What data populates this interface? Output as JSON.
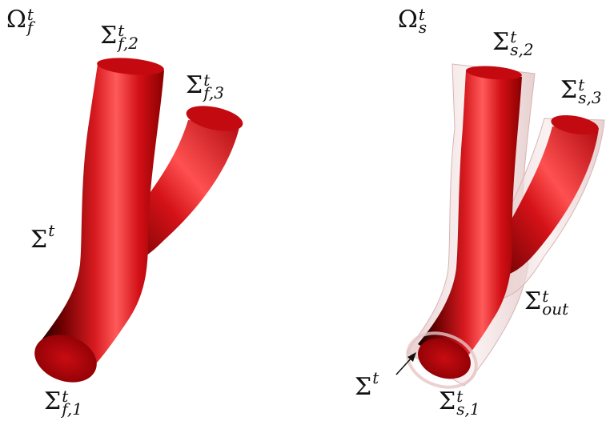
{
  "left_panel": {
    "domain_label": {
      "symbol": "Ω",
      "sup": "t",
      "sub": "f"
    },
    "outlet_top_label": {
      "symbol": "Σ",
      "sup": "t",
      "sub": "f,2"
    },
    "outlet_branch_label": {
      "symbol": "Σ",
      "sup": "t",
      "sub": "f,3"
    },
    "interface_label": {
      "symbol": "Σ",
      "sup": "t"
    },
    "inlet_label": {
      "symbol": "Σ",
      "sup": "t",
      "sub": "f,1"
    }
  },
  "right_panel": {
    "domain_label": {
      "symbol": "Ω",
      "sup": "t",
      "sub": "s"
    },
    "outlet_top_label": {
      "symbol": "Σ",
      "sup": "t",
      "sub": "s,2"
    },
    "outlet_branch_label": {
      "symbol": "Σ",
      "sup": "t",
      "sub": "s,3"
    },
    "outer_surface_label": {
      "symbol": "Σ",
      "sup": "t",
      "sub": "out"
    },
    "interface_label": {
      "symbol": "Σ",
      "sup": "t"
    },
    "inlet_label": {
      "symbol": "Σ",
      "sup": "t",
      "sub": "s,1"
    }
  },
  "colors": {
    "vessel_red": "#d01018",
    "vessel_dark": "#3a0000",
    "vessel_highlight": "#ff6a6a",
    "wall_translucent": "#e8c8c8"
  }
}
